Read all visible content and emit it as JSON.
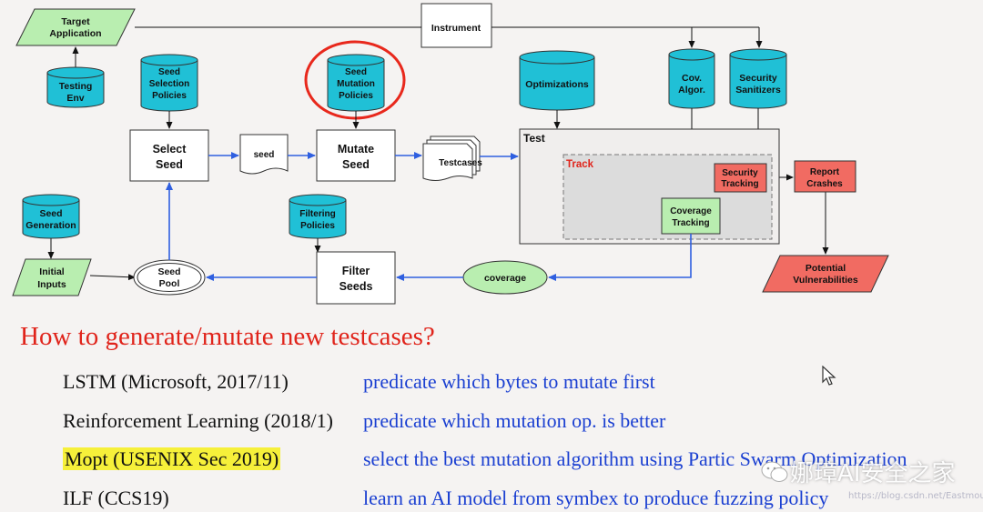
{
  "diagram": {
    "target_application": [
      "Target",
      "Application"
    ],
    "instrument": "Instrument",
    "testing_env": [
      "Testing",
      "Env"
    ],
    "seed_selection_policies": [
      "Seed",
      "Selection",
      "Policies"
    ],
    "seed_mutation_policies": [
      "Seed",
      "Mutation",
      "Policies"
    ],
    "optimizations": "Optimizations",
    "cov_algor": [
      "Cov.",
      "Algor."
    ],
    "security_sanitizers": [
      "Security",
      "Sanitizers"
    ],
    "select_seed": [
      "Select",
      "Seed"
    ],
    "seed_doc": "seed",
    "mutate_seed": [
      "Mutate",
      "Seed"
    ],
    "testcases": "Testcases",
    "test": "Test",
    "track": "Track",
    "security_tracking": [
      "Security",
      "Tracking"
    ],
    "report_crashes": [
      "Report",
      "Crashes"
    ],
    "coverage_tracking": [
      "Coverage",
      "Tracking"
    ],
    "seed_generation": [
      "Seed",
      "Generation"
    ],
    "filtering_policies": [
      "Filtering",
      "Policies"
    ],
    "initial_inputs": [
      "Initial",
      "Inputs"
    ],
    "seed_pool": [
      "Seed",
      "Pool"
    ],
    "filter_seeds": [
      "Filter",
      "Seeds"
    ],
    "coverage": "coverage",
    "potential_vulnerabilities": [
      "Potential",
      "Vulnerabilities"
    ]
  },
  "question": "How to generate/mutate new testcases?",
  "rows": [
    {
      "left": "LSTM (Microsoft, 2017/11)",
      "right": "predicate which bytes to mutate first"
    },
    {
      "left": "Reinforcement Learning (2018/1)",
      "right": "predicate which mutation op. is better"
    },
    {
      "left": "Mopt (USENIX Sec 2019)",
      "right": "select the best mutation algorithm using Partic Swarm Optimization"
    },
    {
      "left": "ILF  (CCS19)",
      "right": "learn an AI model from symbex to produce fuzzing policy"
    }
  ],
  "watermark": "娜璋AI安全之家",
  "url": "https://blog.csdn.net/Eastmount",
  "colors": {
    "cylinder": "#20c0d6",
    "parallelogram_green": "#b9eeb0",
    "red_box": "#f16b62",
    "arrow_blue": "#2f5fe0",
    "question_red": "#e0241b",
    "answer_blue": "#1a3fd1",
    "highlight": "#f6f03a"
  }
}
